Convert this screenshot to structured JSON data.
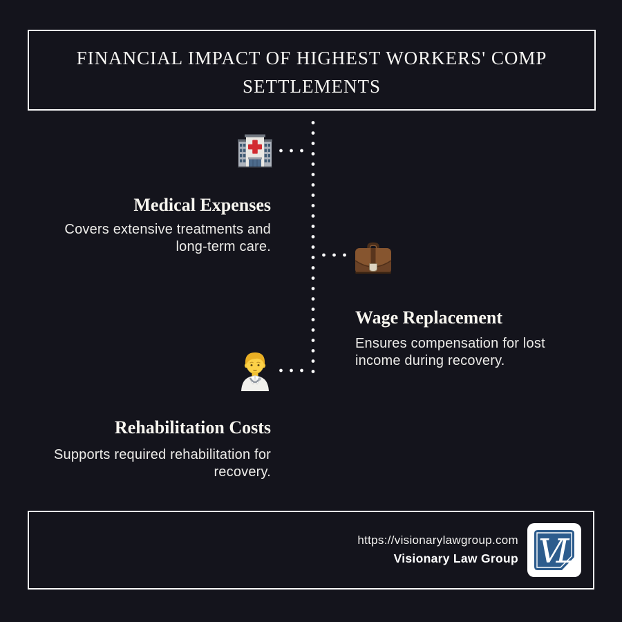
{
  "title": {
    "line1": "FINANCIAL IMPACT OF HIGHEST WORKERS' COMP",
    "line2": "SETTLEMENTS"
  },
  "sections": [
    {
      "icon": "hospital-icon",
      "heading": "Medical Expenses",
      "desc_line1": "Covers extensive treatments and",
      "desc_line2": "long-term care."
    },
    {
      "icon": "briefcase-icon",
      "heading": "Wage Replacement",
      "desc_line1": "Ensures compensation for lost",
      "desc_line2": "income during recovery."
    },
    {
      "icon": "health-worker-icon",
      "heading": "Rehabilitation Costs",
      "desc_line1": "Supports required rehabilitation for",
      "desc_line2": "recovery."
    }
  ],
  "footer": {
    "url": "https://visionarylawgroup.com",
    "company": "Visionary Law Group",
    "logo_text": "VL"
  },
  "colors": {
    "background": "#14141c",
    "border": "#fafafa",
    "heading_text": "#f7f5ef",
    "body_text": "#edece9",
    "logo_blue": "#2d5c8d",
    "cross_red": "#d22b30",
    "briefcase_brown": "#86552f"
  }
}
